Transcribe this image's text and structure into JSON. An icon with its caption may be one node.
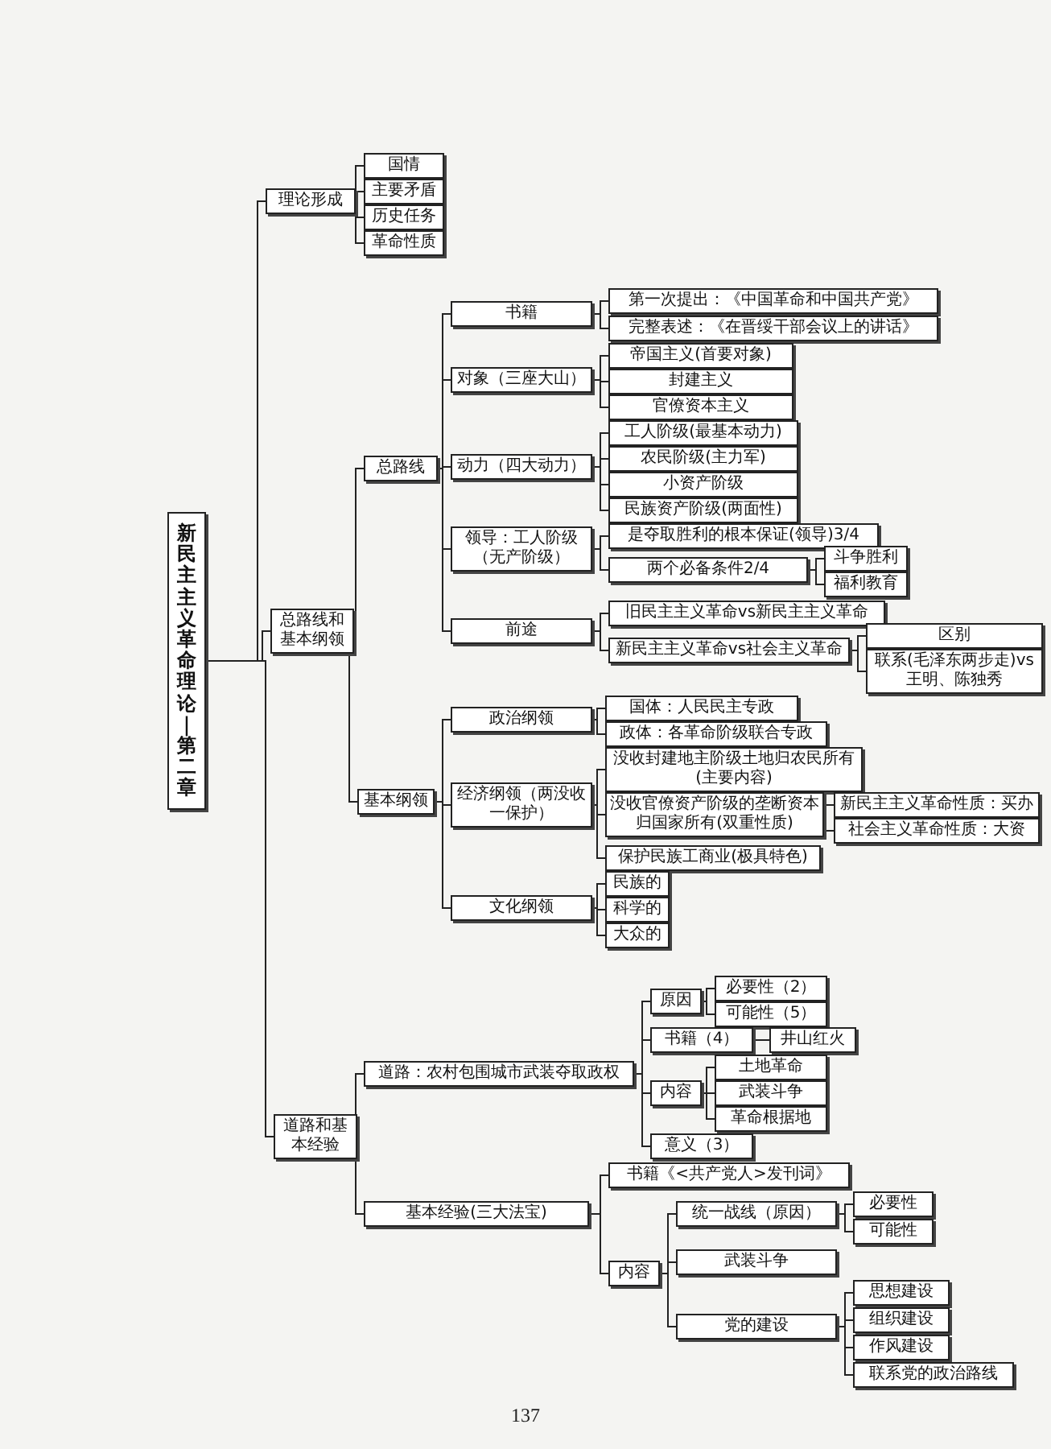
{
  "diagram": {
    "nodes": [
      {
        "text": [
          "新民主主义革命理论｜第二章"
        ]
      },
      {
        "text": [
          "理论形成"
        ]
      },
      {
        "text": [
          "国情"
        ]
      },
      {
        "text": [
          "主要矛盾"
        ]
      },
      {
        "text": [
          "历史任务"
        ]
      },
      {
        "text": [
          "革命性质"
        ]
      },
      {
        "text": [
          "总路线和基本纲领"
        ]
      },
      {
        "text": [
          "总路线"
        ]
      },
      {
        "text": [
          "书籍"
        ]
      },
      {
        "text": [
          "第一次提出：《中国革命和中国共产党》"
        ]
      },
      {
        "text": [
          "完整表述：《在晋绥干部会议上的讲话》"
        ]
      },
      {
        "text": [
          "对象（三座大山）"
        ]
      },
      {
        "text": [
          "帝国主义(首要对象)"
        ]
      },
      {
        "text": [
          "封建主义"
        ]
      },
      {
        "text": [
          "官僚资本主义"
        ]
      },
      {
        "text": [
          "动力（四大动力）"
        ]
      },
      {
        "text": [
          "工人阶级(最基本动力)"
        ]
      },
      {
        "text": [
          "农民阶级(主力军)"
        ]
      },
      {
        "text": [
          "小资产阶级"
        ]
      },
      {
        "text": [
          "民族资产阶级(两面性)"
        ]
      },
      {
        "text": [
          "领导：工人阶级（无产阶级）"
        ]
      },
      {
        "text": [
          "是夺取胜利的根本保证(领导)3/4"
        ]
      },
      {
        "text": [
          "两个必备条件2/4"
        ]
      },
      {
        "text": [
          "斗争胜利"
        ]
      },
      {
        "text": [
          "福利教育"
        ]
      },
      {
        "text": [
          "前途"
        ]
      },
      {
        "text": [
          "旧民主主义革命vs新民主主义革命"
        ]
      },
      {
        "text": [
          "新民主主义革命vs社会主义革命"
        ]
      },
      {
        "text": [
          "区别"
        ]
      },
      {
        "text": [
          "联系(毛泽东两步走)vs王明、陈独秀"
        ]
      },
      {
        "text": [
          "基本纲领"
        ]
      },
      {
        "text": [
          "政治纲领"
        ]
      },
      {
        "text": [
          "国体：人民民主专政"
        ]
      },
      {
        "text": [
          "政体：各革命阶级联合专政"
        ]
      },
      {
        "text": [
          "经济纲领（两没收一保护）"
        ]
      },
      {
        "text": [
          "没收封建地主阶级土地归农民所有(主要内容)"
        ]
      },
      {
        "text": [
          "没收官僚资产阶级的垄断资本归国家所有(双重性质)"
        ]
      },
      {
        "text": [
          "新民主主义革命性质：买办"
        ]
      },
      {
        "text": [
          "社会主义革命性质：大资"
        ]
      },
      {
        "text": [
          "保护民族工商业(极具特色)"
        ]
      },
      {
        "text": [
          "文化纲领"
        ]
      },
      {
        "text": [
          "民族的"
        ]
      },
      {
        "text": [
          "科学的"
        ]
      },
      {
        "text": [
          "大众的"
        ]
      },
      {
        "text": [
          "道路和基本经验"
        ]
      },
      {
        "text": [
          "道路：农村包围城市武装夺取政权"
        ]
      },
      {
        "text": [
          "原因"
        ]
      },
      {
        "text": [
          "必要性（2）"
        ]
      },
      {
        "text": [
          "可能性（5）"
        ]
      },
      {
        "text": [
          "书籍（4）"
        ]
      },
      {
        "text": [
          "井山红火"
        ]
      },
      {
        "text": [
          "内容"
        ]
      },
      {
        "text": [
          "土地革命"
        ]
      },
      {
        "text": [
          "武装斗争"
        ]
      },
      {
        "text": [
          "革命根据地"
        ]
      },
      {
        "text": [
          "意义（3）"
        ]
      },
      {
        "text": [
          "基本经验(三大法宝)"
        ]
      },
      {
        "text": [
          "书籍《<共产党人>发刊词》"
        ]
      },
      {
        "text": [
          "内容"
        ]
      },
      {
        "text": [
          "统一战线（原因）"
        ]
      },
      {
        "text": [
          "必要性"
        ]
      },
      {
        "text": [
          "可能性"
        ]
      },
      {
        "text": [
          "武装斗争"
        ]
      },
      {
        "text": [
          "党的建设"
        ]
      },
      {
        "text": [
          "思想建设"
        ]
      },
      {
        "text": [
          "组织建设"
        ]
      },
      {
        "text": [
          "作风建设"
        ]
      },
      {
        "text": [
          "联系党的政治路线"
        ]
      }
    ],
    "edges": [
      {
        "from": 0,
        "to": 1,
        "arrow": "none"
      },
      {
        "from": 1,
        "to": 2,
        "arrow": "none"
      },
      {
        "from": 1,
        "to": 3,
        "arrow": "none"
      },
      {
        "from": 1,
        "to": 4,
        "arrow": "none"
      },
      {
        "from": 1,
        "to": 5,
        "arrow": "none"
      },
      {
        "from": 0,
        "to": 6,
        "arrow": "none"
      },
      {
        "from": 6,
        "to": 7,
        "arrow": "none"
      },
      {
        "from": 7,
        "to": 8,
        "arrow": "none"
      },
      {
        "from": 8,
        "to": 9,
        "arrow": "none"
      },
      {
        "from": 8,
        "to": 10,
        "arrow": "none"
      },
      {
        "from": 7,
        "to": 11,
        "arrow": "none"
      },
      {
        "from": 11,
        "to": 12,
        "arrow": "none"
      },
      {
        "from": 11,
        "to": 13,
        "arrow": "none"
      },
      {
        "from": 11,
        "to": 14,
        "arrow": "none"
      },
      {
        "from": 7,
        "to": 15,
        "arrow": "none"
      },
      {
        "from": 15,
        "to": 16,
        "arrow": "none"
      },
      {
        "from": 15,
        "to": 17,
        "arrow": "none"
      },
      {
        "from": 15,
        "to": 18,
        "arrow": "none"
      },
      {
        "from": 15,
        "to": 19,
        "arrow": "none"
      },
      {
        "from": 7,
        "to": 20,
        "arrow": "none"
      },
      {
        "from": 20,
        "to": 21,
        "arrow": "none"
      },
      {
        "from": 20,
        "to": 22,
        "arrow": "none"
      },
      {
        "from": 22,
        "to": 23,
        "arrow": "none"
      },
      {
        "from": 22,
        "to": 24,
        "arrow": "none"
      },
      {
        "from": 7,
        "to": 25,
        "arrow": "none"
      },
      {
        "from": 25,
        "to": 26,
        "arrow": "none"
      },
      {
        "from": 25,
        "to": 27,
        "arrow": "none"
      },
      {
        "from": 27,
        "to": 28,
        "arrow": "none"
      },
      {
        "from": 27,
        "to": 29,
        "arrow": "none"
      },
      {
        "from": 6,
        "to": 30,
        "arrow": "none"
      },
      {
        "from": 30,
        "to": 31,
        "arrow": "none"
      },
      {
        "from": 31,
        "to": 32,
        "arrow": "none"
      },
      {
        "from": 31,
        "to": 33,
        "arrow": "none"
      },
      {
        "from": 30,
        "to": 34,
        "arrow": "none"
      },
      {
        "from": 34,
        "to": 35,
        "arrow": "none"
      },
      {
        "from": 34,
        "to": 36,
        "arrow": "none"
      },
      {
        "from": 36,
        "to": 37,
        "arrow": "none"
      },
      {
        "from": 36,
        "to": 38,
        "arrow": "none"
      },
      {
        "from": 34,
        "to": 39,
        "arrow": "none"
      },
      {
        "from": 30,
        "to": 40,
        "arrow": "none"
      },
      {
        "from": 40,
        "to": 41,
        "arrow": "none"
      },
      {
        "from": 40,
        "to": 42,
        "arrow": "none"
      },
      {
        "from": 40,
        "to": 43,
        "arrow": "none"
      },
      {
        "from": 0,
        "to": 44,
        "arrow": "none"
      },
      {
        "from": 44,
        "to": 45,
        "arrow": "none"
      },
      {
        "from": 45,
        "to": 46,
        "arrow": "none"
      },
      {
        "from": 46,
        "to": 47,
        "arrow": "none"
      },
      {
        "from": 46,
        "to": 48,
        "arrow": "none"
      },
      {
        "from": 45,
        "to": 49,
        "arrow": "none"
      },
      {
        "from": 49,
        "to": 50,
        "arrow": "none"
      },
      {
        "from": 45,
        "to": 51,
        "arrow": "none"
      },
      {
        "from": 51,
        "to": 52,
        "arrow": "none"
      },
      {
        "from": 51,
        "to": 53,
        "arrow": "none"
      },
      {
        "from": 51,
        "to": 54,
        "arrow": "none"
      },
      {
        "from": 45,
        "to": 55,
        "arrow": "none"
      },
      {
        "from": 44,
        "to": 56,
        "arrow": "none"
      },
      {
        "from": 56,
        "to": 57,
        "arrow": "none"
      },
      {
        "from": 56,
        "to": 58,
        "arrow": "none"
      },
      {
        "from": 58,
        "to": 59,
        "arrow": "none"
      },
      {
        "from": 59,
        "to": 60,
        "arrow": "none"
      },
      {
        "from": 59,
        "to": 61,
        "arrow": "none"
      },
      {
        "from": 58,
        "to": 62,
        "arrow": "none"
      },
      {
        "from": 58,
        "to": 63,
        "arrow": "none"
      },
      {
        "from": 63,
        "to": 64,
        "arrow": "none"
      },
      {
        "from": 63,
        "to": 65,
        "arrow": "none"
      },
      {
        "from": 63,
        "to": 66,
        "arrow": "none"
      },
      {
        "from": 63,
        "to": 67,
        "arrow": "none"
      }
    ],
    "labels": [
      "137"
    ]
  }
}
